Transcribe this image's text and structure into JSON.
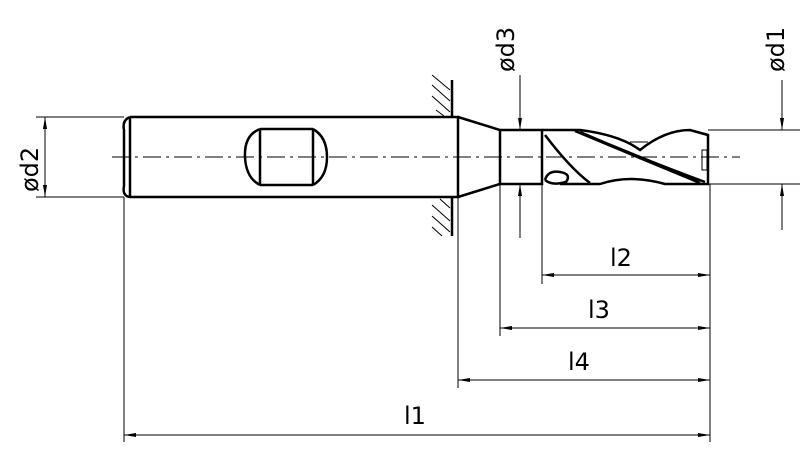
{
  "drawing": {
    "title": "End mill with Weldon shank",
    "labels": {
      "d1": "ød1",
      "d2": "ød2",
      "d3": "ød3",
      "l1": "l1",
      "l2": "l2",
      "l3": "l3",
      "l4": "l4"
    }
  }
}
